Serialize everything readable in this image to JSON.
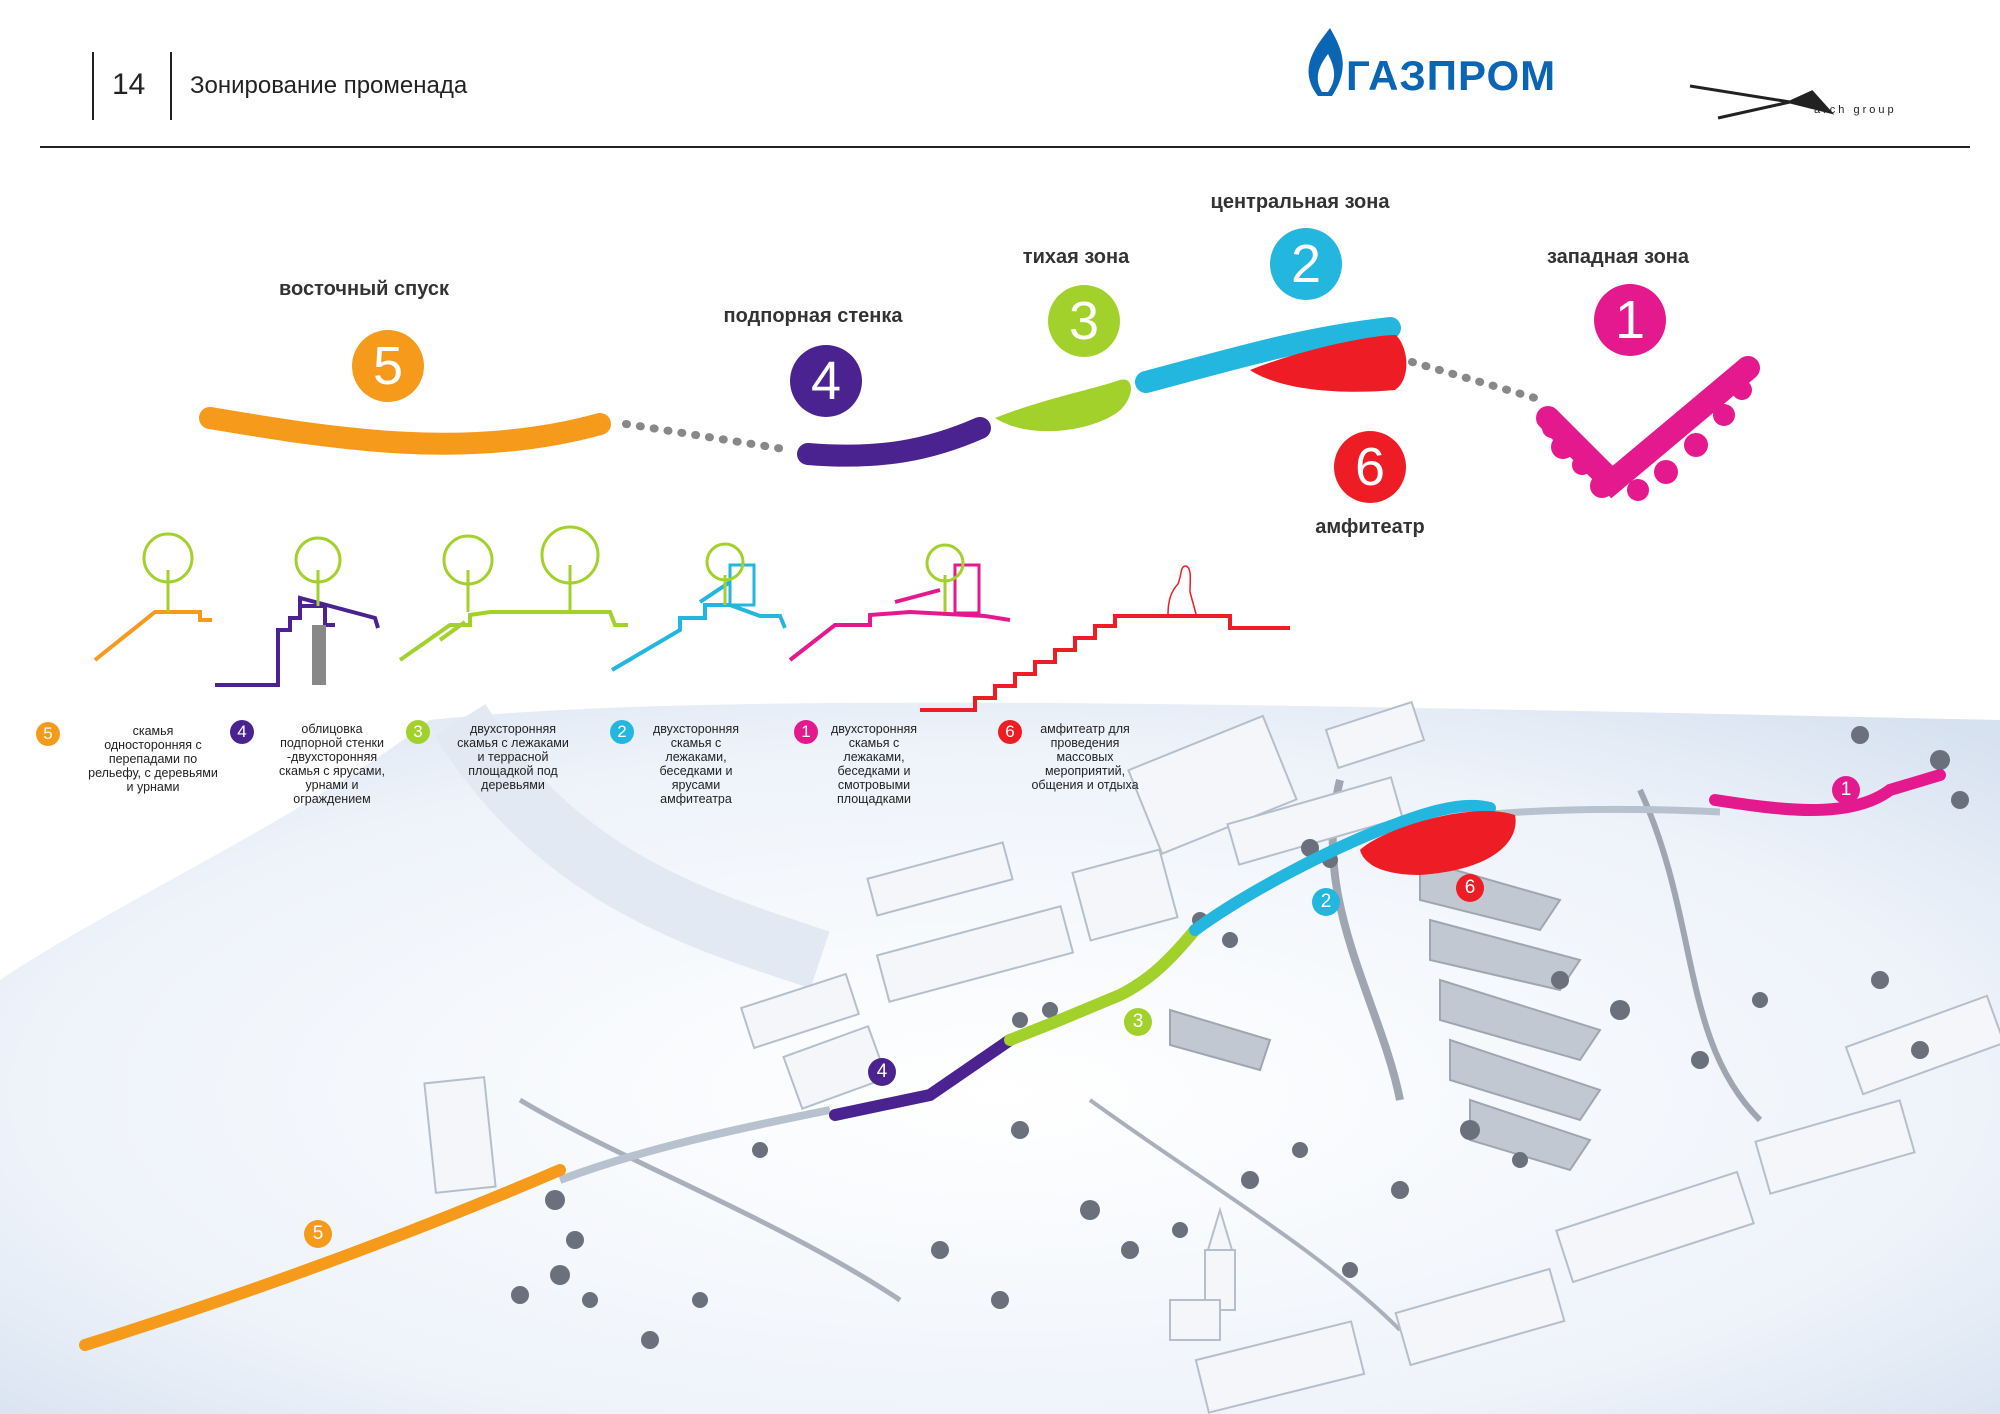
{
  "header": {
    "page_number": "14",
    "title": "Зонирование променада",
    "brand_text": "ГАЗПРОМ",
    "arch_text": "arch group"
  },
  "colors": {
    "zone1": "#e5198e",
    "zone2": "#23b6de",
    "zone3": "#a3d12c",
    "zone4": "#4b2390",
    "zone5": "#f59a1b",
    "zone6": "#ee1c24",
    "gazprom_blue": "#0b65b5"
  },
  "zones": [
    {
      "number": "5",
      "title": "восточный спуск",
      "legend": [
        "скамья",
        "односторонняя с",
        "перепадами по",
        "рельефу, с деревьями",
        "и урнами"
      ]
    },
    {
      "number": "4",
      "title": "подпорная стенка",
      "legend": [
        "облицовка",
        "подпорной стенки",
        "-двухсторонняя",
        "скамья с ярусами,",
        "урнами и",
        "ограждением"
      ]
    },
    {
      "number": "3",
      "title": "тихая зона",
      "legend": [
        "двухсторонняя",
        "скамья с лежаками",
        "и террасной",
        "площадкой под",
        "деревьями"
      ]
    },
    {
      "number": "2",
      "title": "центральная зона",
      "legend": [
        "двухсторонняя",
        "скамья с",
        "лежаками,",
        "беседками и",
        "ярусами",
        "амфитеатра"
      ]
    },
    {
      "number": "1",
      "title": "западная зона",
      "legend": [
        "двухсторонняя",
        "скамья с",
        "лежаками,",
        "беседками и",
        "смотровыми",
        "площадками"
      ]
    },
    {
      "number": "6",
      "title": "амфитеатр",
      "legend": [
        "амфитеатр для",
        "проведения",
        "массовых",
        "мероприятий,",
        "общения и отдыха"
      ]
    }
  ]
}
